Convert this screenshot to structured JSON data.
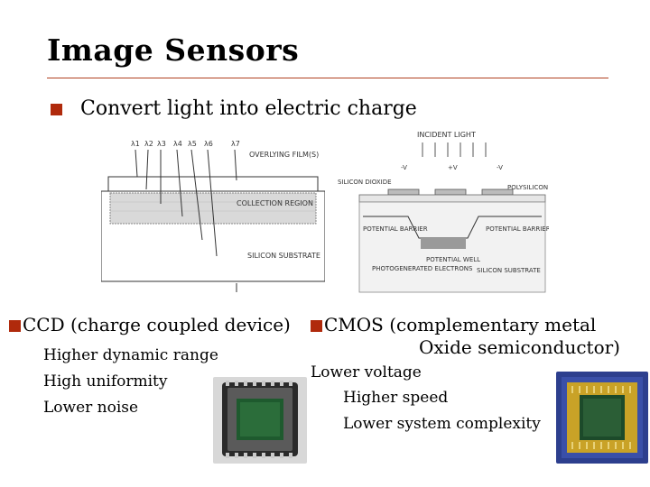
{
  "slide": {
    "title": "Image Sensors",
    "main_bullet": "Convert light into electric charge"
  },
  "ccd_diagram": {
    "wavelengths": [
      "λ1",
      "λ2",
      "λ3",
      "λ4",
      "λ5",
      "λ6",
      "λ7"
    ],
    "overlying_film": "OVERLYING FILM(S)",
    "collection_region": "COLLECTION REGION",
    "silicon_substrate": "SILICON SUBSTRATE"
  },
  "cmos_diagram": {
    "incident_light": "INCIDENT LIGHT",
    "silicon_dioxide": "SILICON DIOXIDE",
    "polysilicon": "POLYSILICON",
    "potential_barrier_left": "POTENTIAL BARRIER",
    "potential_well": "POTENTIAL WELL",
    "potential_barrier_right": "POTENTIAL BARRIER",
    "photogenerated_electrons": "PHOTOGENERATED ELECTRONS",
    "silicon_substrate": "SILICON SUBSTRATE",
    "voltages": [
      "-V",
      "+V",
      "-V"
    ]
  },
  "ccd": {
    "heading": "CCD (charge coupled device)",
    "items": [
      "Higher dynamic range",
      "High uniformity",
      "Lower noise"
    ]
  },
  "cmos": {
    "heading_line1": "CMOS (complementary metal",
    "heading_line2": "Oxide semiconductor)",
    "item1": "Lower voltage",
    "item2": "Higher speed",
    "item3": "Lower system complexity"
  },
  "colors": {
    "bullet": "#b02a0c",
    "title_rule": "#b04020",
    "sensor_green": "#1e5a2e",
    "chip_blue": "#2d3f8e",
    "chip_gold": "#c9a227"
  },
  "icons": [
    "bullet-square-icon",
    "ccd-chip-photo",
    "cmos-chip-photo"
  ]
}
